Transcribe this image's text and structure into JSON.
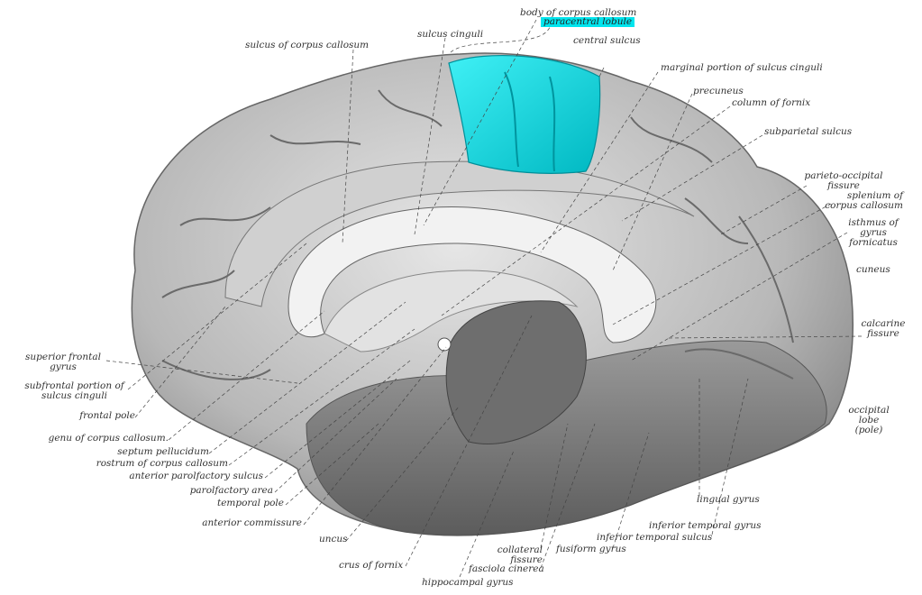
{
  "title": "Medial surface of left cerebral hemisphere",
  "highlight_color": "#00e5ee",
  "labels": {
    "sulcus_corpus_callosum": "sulcus of corpus callosum",
    "sulcus_cinguli": "sulcus cinguli",
    "body_corpus_callosum": "body of corpus callosum",
    "paracentral_lobule": "paracentral lobule",
    "central_sulcus": "central sulcus",
    "marginal_portion": "marginal portion of sulcus cinguli",
    "precuneus": "precuneus",
    "column_fornix": "column of fornix",
    "subparietal_sulcus": "subparietal sulcus",
    "parieto_occipital": [
      "parieto-occipital",
      "fissure"
    ],
    "splenium": [
      "splenium of",
      "corpus callosum"
    ],
    "isthmus": [
      "isthmus of",
      "gyrus",
      "fornicatus"
    ],
    "cuneus": "cuneus",
    "calcarine": [
      "calcarine",
      "fissure"
    ],
    "occipital_lobe": [
      "occipital",
      "lobe",
      "(pole)"
    ],
    "superior_frontal": [
      "superior frontal",
      "gyrus"
    ],
    "subfrontal": [
      "subfrontal portion of",
      "sulcus cinguli"
    ],
    "frontal_pole": "frontal pole",
    "genu": "genu of corpus callosum.",
    "septum": "septum pellucidum",
    "rostrum": "rostrum of corpus callosum",
    "ant_parolfactory": "anterior parolfactory sulcus",
    "parolfactory_area": "parolfactory area",
    "temporal_pole": "temporal pole",
    "ant_commissure": "anterior commissure",
    "uncus": "uncus",
    "crus_fornix": "crus of fornix",
    "hippocampal": "hippocampal gyrus",
    "collateral": [
      "collateral",
      "fissure"
    ],
    "fasciola": "fasciola cinerea",
    "fusiform": "fusiform gyrus",
    "inf_temporal_sulcus": "inferior temporal sulcus",
    "inf_temporal_gyrus": "inferior temporal gyrus",
    "lingual": "lingual gyrus"
  }
}
